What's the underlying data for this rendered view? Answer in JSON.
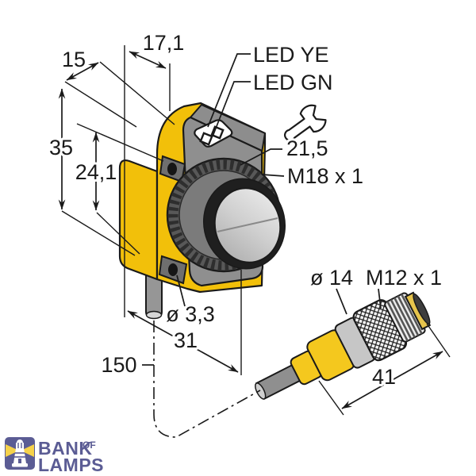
{
  "drawing": {
    "type": "dimensional-technical-drawing",
    "subject": "photoelectric sensor with M18 lens and M12 pigtail connector",
    "dims": {
      "front_width": "17,1",
      "side_depth": "15",
      "height": "35",
      "slot_spacing": "24,1",
      "wrench_size": "21,5",
      "lens_thread": "M18 x 1",
      "mount_hole_dia": "ø 3,3",
      "housing_depth": "31",
      "cable_length": "150",
      "connector_dia": "ø 14",
      "connector_thread": "M12 x 1",
      "connector_length": "41"
    },
    "leds": {
      "yellow": "LED YE",
      "green": "LED GN"
    },
    "icons": {
      "wrench": "open-end-wrench",
      "logo_mark": "lighthouse-with-light-beams"
    },
    "colors": {
      "sensor_yellow": "#F2C00A",
      "connector_yellow": "#F4C81E",
      "drawing_ink": "#1A1A1A",
      "metal_gray": "#8F8F8F",
      "lens_silver": "#D9D9D9",
      "logo_purple": "#5B5C94",
      "beam_yellow": "#F6D24A"
    }
  },
  "branding": {
    "logo_line1": "BANK",
    "logo_line1_suffix": "OF",
    "logo_line2": "LAMPS"
  }
}
